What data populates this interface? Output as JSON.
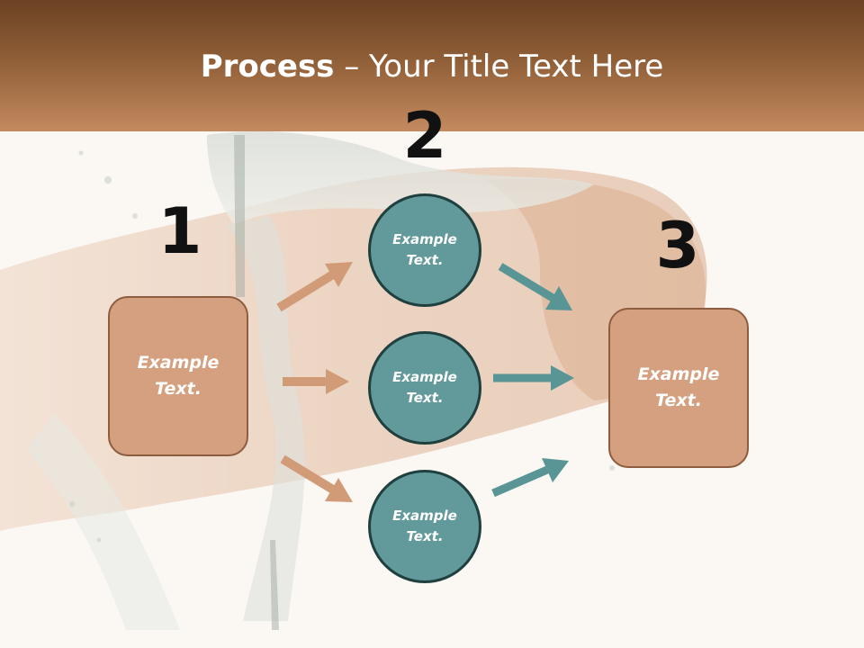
{
  "title": {
    "bold": "Process",
    "rest": " – Your Title Text Here"
  },
  "steps": {
    "one": "1",
    "two": "2",
    "three": "3"
  },
  "nodes": {
    "left_box": "Example Text.",
    "top_circle": "Example Text.",
    "middle_circle": "Example Text.",
    "bottom_circle": "Example Text.",
    "right_box": "Example Text."
  },
  "colors": {
    "header_dark": "#6b4224",
    "header_light": "#c48a5f",
    "box_fill": "#d4a07f",
    "box_border": "#8e5d3f",
    "circle_fill": "#62999a",
    "circle_border": "#20403f",
    "arrow_tan": "#d19b78",
    "arrow_teal": "#5a9596"
  }
}
